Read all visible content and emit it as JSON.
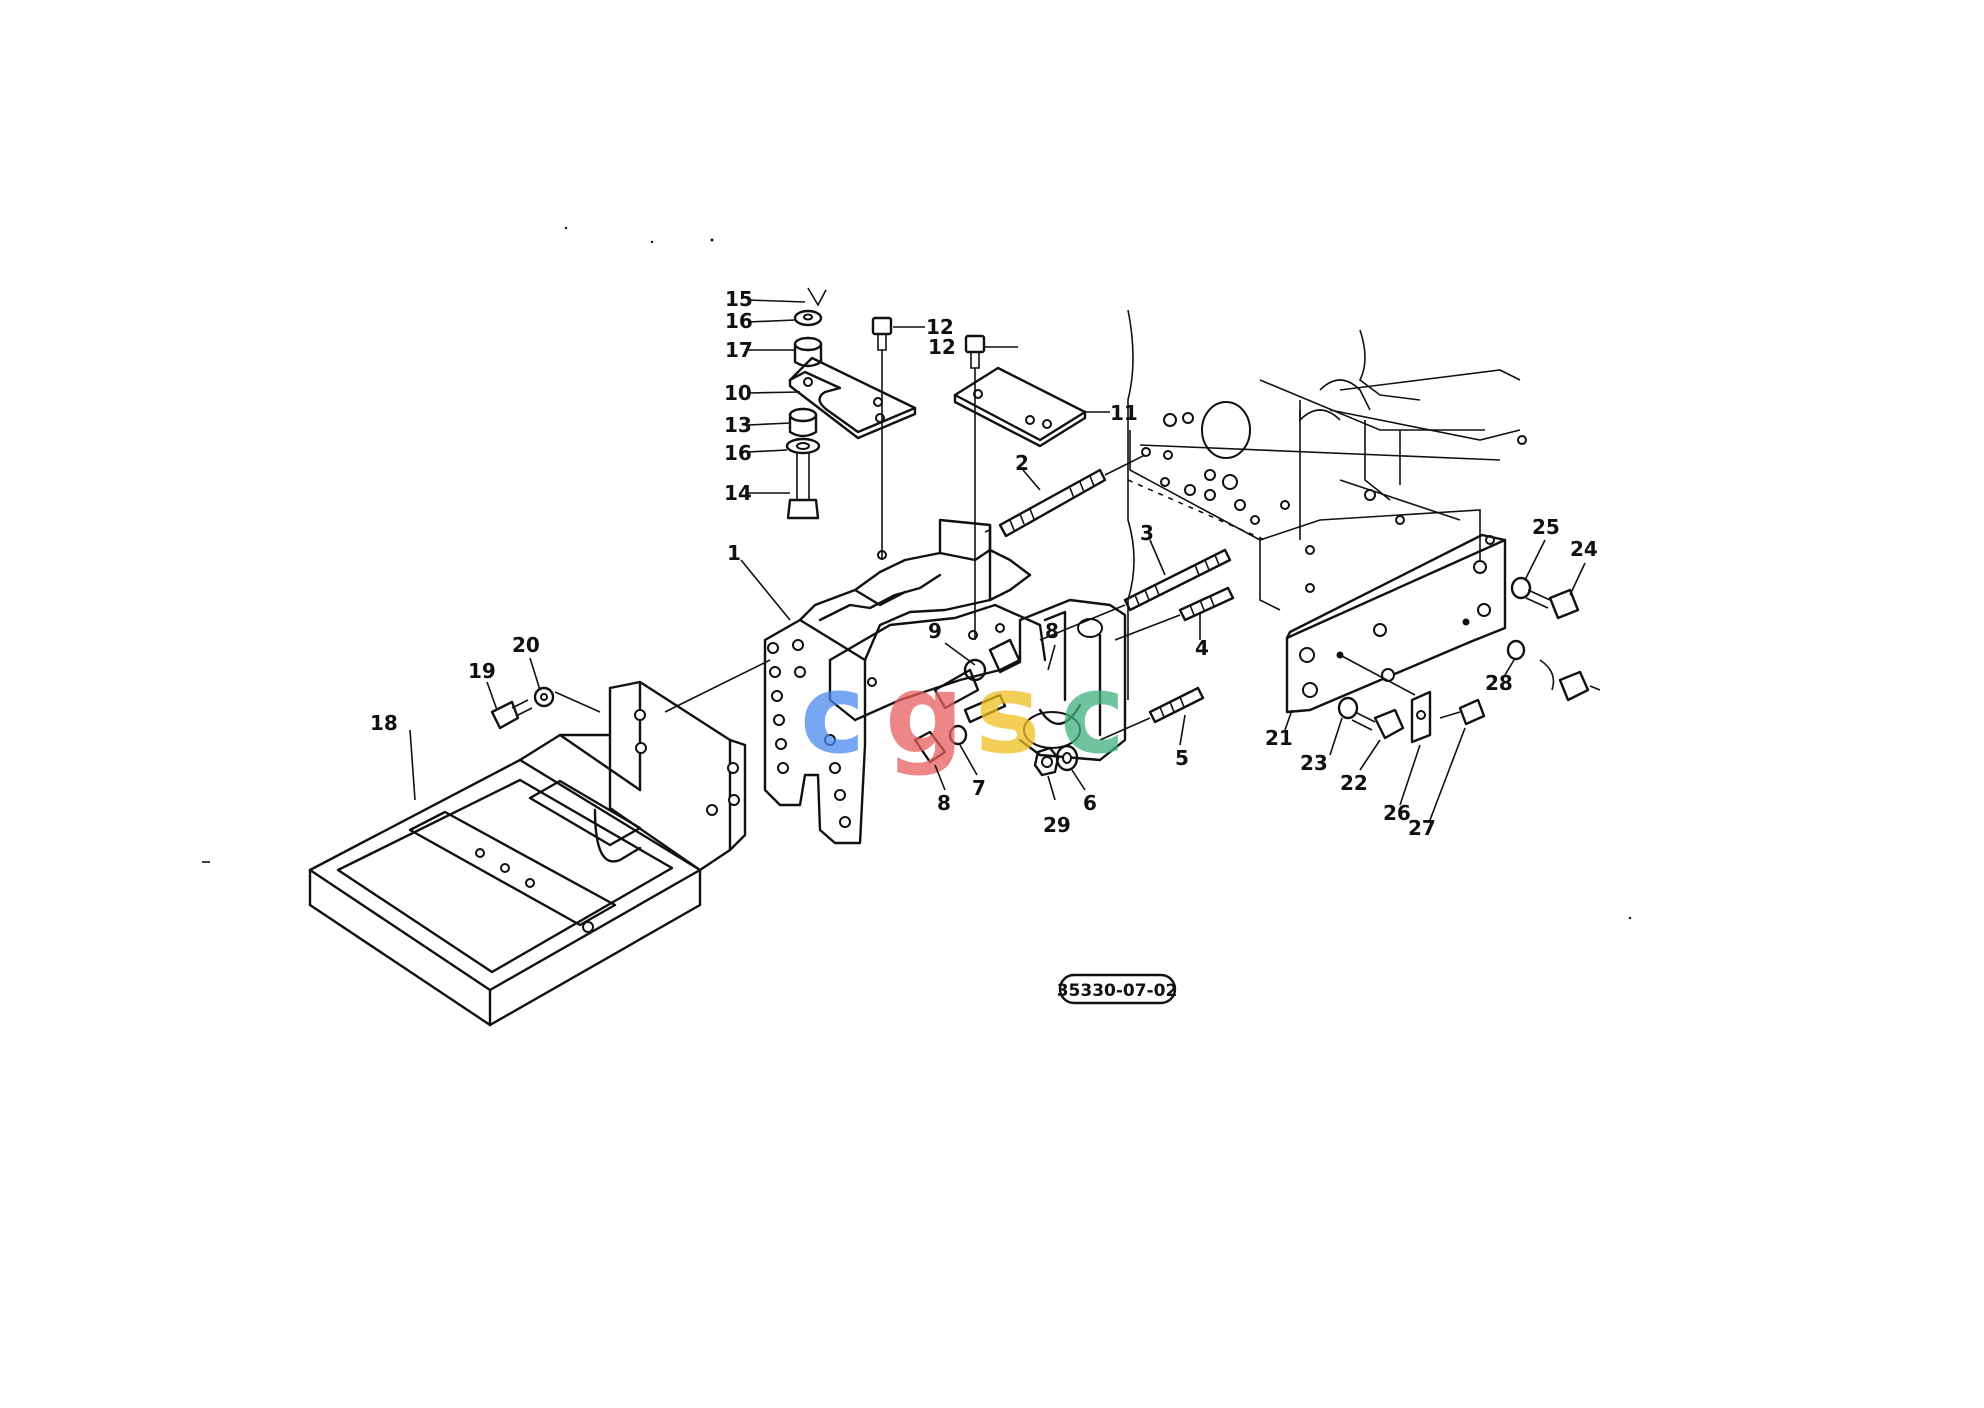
{
  "diagram": {
    "drawing_code": "35330-07-02",
    "watermark": {
      "text": "cgsc",
      "colors": [
        "#4a8af0",
        "#e86060",
        "#f0c020",
        "#40b080"
      ]
    },
    "callouts": [
      {
        "id": "c1",
        "label": "1"
      },
      {
        "id": "c2",
        "label": "2"
      },
      {
        "id": "c3",
        "label": "3"
      },
      {
        "id": "c4",
        "label": "4"
      },
      {
        "id": "c5",
        "label": "5"
      },
      {
        "id": "c6",
        "label": "6"
      },
      {
        "id": "c7",
        "label": "7"
      },
      {
        "id": "c8a",
        "label": "8"
      },
      {
        "id": "c8b",
        "label": "8"
      },
      {
        "id": "c9",
        "label": "9"
      },
      {
        "id": "c10",
        "label": "10"
      },
      {
        "id": "c11",
        "label": "11"
      },
      {
        "id": "c12a",
        "label": "12"
      },
      {
        "id": "c12b",
        "label": "12"
      },
      {
        "id": "c13",
        "label": "13"
      },
      {
        "id": "c14",
        "label": "14"
      },
      {
        "id": "c15",
        "label": "15"
      },
      {
        "id": "c16a",
        "label": "16"
      },
      {
        "id": "c16b",
        "label": "16"
      },
      {
        "id": "c17",
        "label": "17"
      },
      {
        "id": "c18",
        "label": "18"
      },
      {
        "id": "c19",
        "label": "19"
      },
      {
        "id": "c20",
        "label": "20"
      },
      {
        "id": "c21",
        "label": "21"
      },
      {
        "id": "c22",
        "label": "22"
      },
      {
        "id": "c23",
        "label": "23"
      },
      {
        "id": "c24",
        "label": "24"
      },
      {
        "id": "c25",
        "label": "25"
      },
      {
        "id": "c26",
        "label": "26"
      },
      {
        "id": "c27",
        "label": "27"
      },
      {
        "id": "c28",
        "label": "28"
      },
      {
        "id": "c29",
        "label": "29"
      }
    ]
  }
}
